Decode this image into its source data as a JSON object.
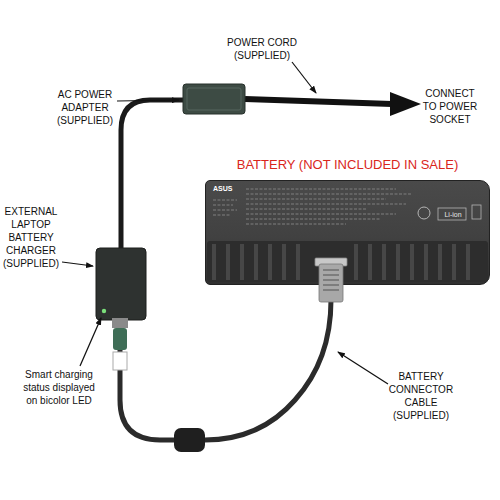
{
  "diagram": {
    "nodes": [
      {
        "text": [
          "BATTERY (NOT INCLUDED IN SALE)",
          "ASUS",
          "Li-ion"
        ]
      }
    ],
    "labels": [
      "POWER CORD (SUPPLIED)",
      "AC POWER ADAPTER (SUPPLIED)",
      "CONNECT TO POWER SOCKET",
      "EXTERNAL LAPTOP BATTERY CHARGER (SUPPLIED)",
      "Smart charging status displayed on bicolor LED",
      "BATTERY CONNECTOR CABLE (SUPPLIED)"
    ]
  }
}
